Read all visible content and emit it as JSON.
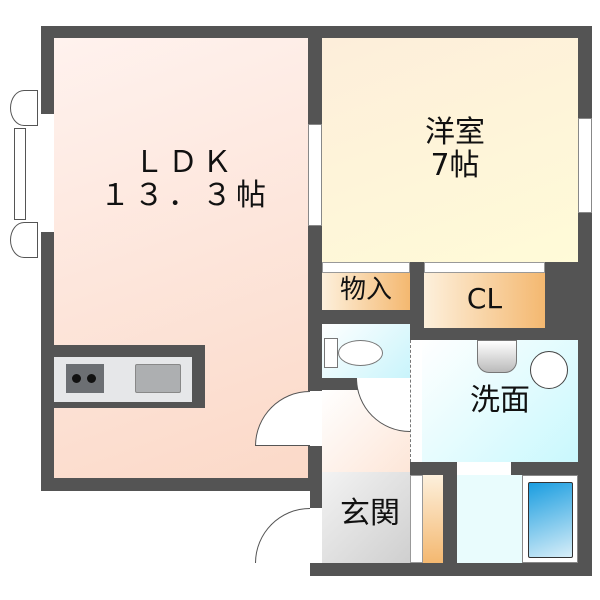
{
  "rooms": {
    "ldk": {
      "name": "ＬＤＫ",
      "size": "１３．３帖"
    },
    "western": {
      "name": "洋室",
      "size": "7帖"
    },
    "storage": {
      "name": "物入"
    },
    "closet": {
      "name": "CL"
    },
    "washroom": {
      "name": "洗面"
    },
    "entrance": {
      "name": "玄関"
    }
  },
  "colors": {
    "wall": "#545454",
    "ldk": "#fbd9c8",
    "western": "#fdf6cf",
    "wet": "#d8fafd",
    "storage": "#f4b870"
  }
}
